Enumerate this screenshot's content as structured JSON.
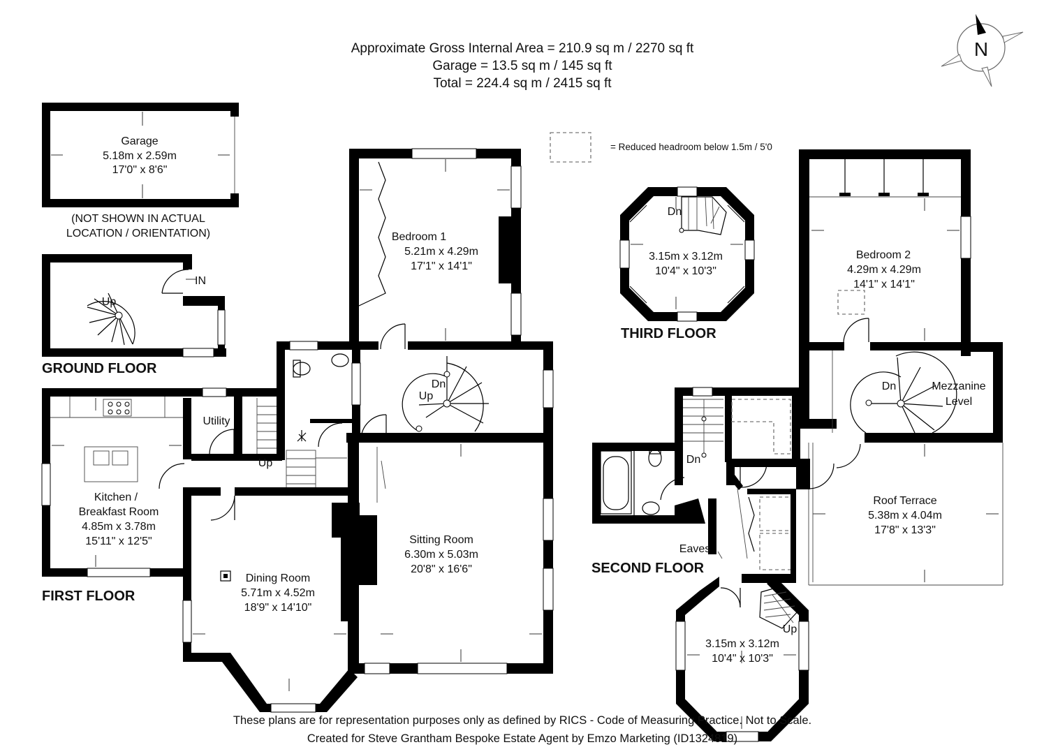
{
  "header": {
    "line1": "Approximate Gross Internal Area = 210.9 sq m / 2270 sq ft",
    "line2": "Garage = 13.5 sq m / 145 sq ft",
    "line3": "Total = 224.4 sq m / 2415 sq ft"
  },
  "legend": {
    "text": "= Reduced headroom below 1.5m / 5'0"
  },
  "compass": {
    "label": "N"
  },
  "floors": {
    "ground": "GROUND FLOOR",
    "first": "FIRST FLOOR",
    "second": "SECOND FLOOR",
    "third": "THIRD FLOOR"
  },
  "rooms": {
    "garage": {
      "name": "Garage",
      "metric": "5.18m x 2.59m",
      "imperial": "17'0\" x 8'6\""
    },
    "garage_note": {
      "line1": "(NOT SHOWN IN ACTUAL",
      "line2": "LOCATION / ORIENTATION)"
    },
    "bedroom1": {
      "name": "Bedroom 1",
      "metric": "5.21m x 4.29m",
      "imperial": "17'1\" x 14'1\""
    },
    "kitchen": {
      "name1": "Kitchen /",
      "name2": "Breakfast Room",
      "metric": "4.85m x 3.78m",
      "imperial": "15'11\" x 12'5\""
    },
    "utility": {
      "name": "Utility"
    },
    "dining": {
      "name": "Dining Room",
      "metric": "5.71m x 4.52m",
      "imperial": "18'9\" x 14'10\""
    },
    "sitting": {
      "name": "Sitting Room",
      "metric": "6.30m x 5.03m",
      "imperial": "20'8\" x 16'6\""
    },
    "tower_third": {
      "metric": "3.15m x 3.12m",
      "imperial": "10'4\" x 10'3\""
    },
    "bedroom2": {
      "name": "Bedroom 2",
      "metric": "4.29m x 4.29m",
      "imperial": "14'1\" x 14'1\""
    },
    "mezzanine": {
      "line1": "Mezzanine",
      "line2": "Level"
    },
    "roof_terrace": {
      "name": "Roof Terrace",
      "metric": "5.38m x 4.04m",
      "imperial": "17'8\" x 13'3\""
    },
    "tower_second": {
      "metric": "3.15m x 3.12m",
      "imperial": "10'4\" x 10'3\""
    },
    "eaves": {
      "name": "Eaves"
    }
  },
  "stair_labels": {
    "ground_up": "Up",
    "ground_in": "IN",
    "first_up_utility": "Up",
    "first_dn": "Dn",
    "first_up": "Up",
    "third_dn": "Dn",
    "second_dn": "Dn",
    "second_mezz_dn": "Dn",
    "second_up": "Up"
  },
  "footer": {
    "line1": "These plans are for representation purposes only as defined by RICS - Code of Measuring Practice. Not to Scale.",
    "line2": "Created for Steve Grantham Bespoke Estate Agent by Emzo Marketing (ID1324819)"
  }
}
